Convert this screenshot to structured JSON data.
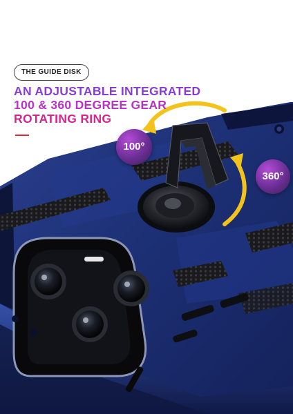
{
  "guide_label": "THE GUIDE DISK",
  "headline": {
    "line1": "AN ADJUSTABLE INTEGRATED",
    "line2": "100 & 360 DEGREE GEAR",
    "line3": "ROTATING RING"
  },
  "badges": {
    "tilt": "100°",
    "rotate": "360°"
  },
  "colors": {
    "case_blue": "#1c2f73",
    "headline_purple": "#8a3dd6",
    "headline_magenta": "#d5248f",
    "arrow_yellow": "#f3c21b",
    "accent_red": "#e32535"
  },
  "icons": [
    "curved-arrow-icon",
    "ring-holder-icon",
    "camera-lens-icon"
  ]
}
